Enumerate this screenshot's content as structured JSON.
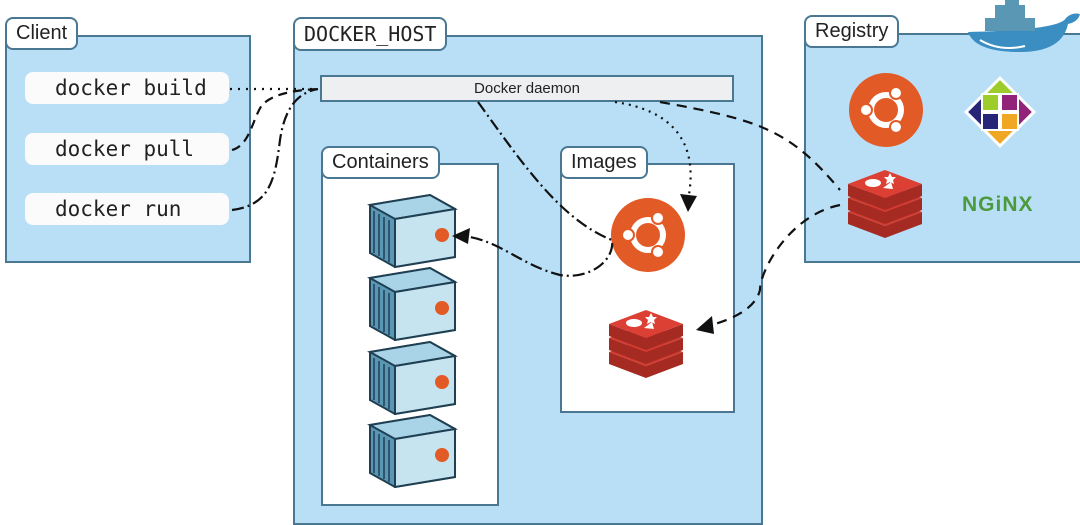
{
  "client": {
    "title": "Client",
    "commands": [
      "docker build",
      "docker pull",
      "docker run"
    ]
  },
  "docker_host": {
    "title": "DOCKER_HOST",
    "daemon": "Docker daemon",
    "containers_title": "Containers",
    "images_title": "Images"
  },
  "registry": {
    "title": "Registry",
    "nginx_logo": "NGiNX"
  },
  "colors": {
    "panel": "#b8dff6",
    "border": "#4a7893",
    "ubuntu": "#e25a26",
    "redis": "#d23b30",
    "nginx": "#4c9a3b"
  },
  "icons": [
    "docker-whale-icon",
    "ubuntu-icon",
    "centos-icon",
    "redis-icon",
    "nginx-logo",
    "container-icon"
  ]
}
